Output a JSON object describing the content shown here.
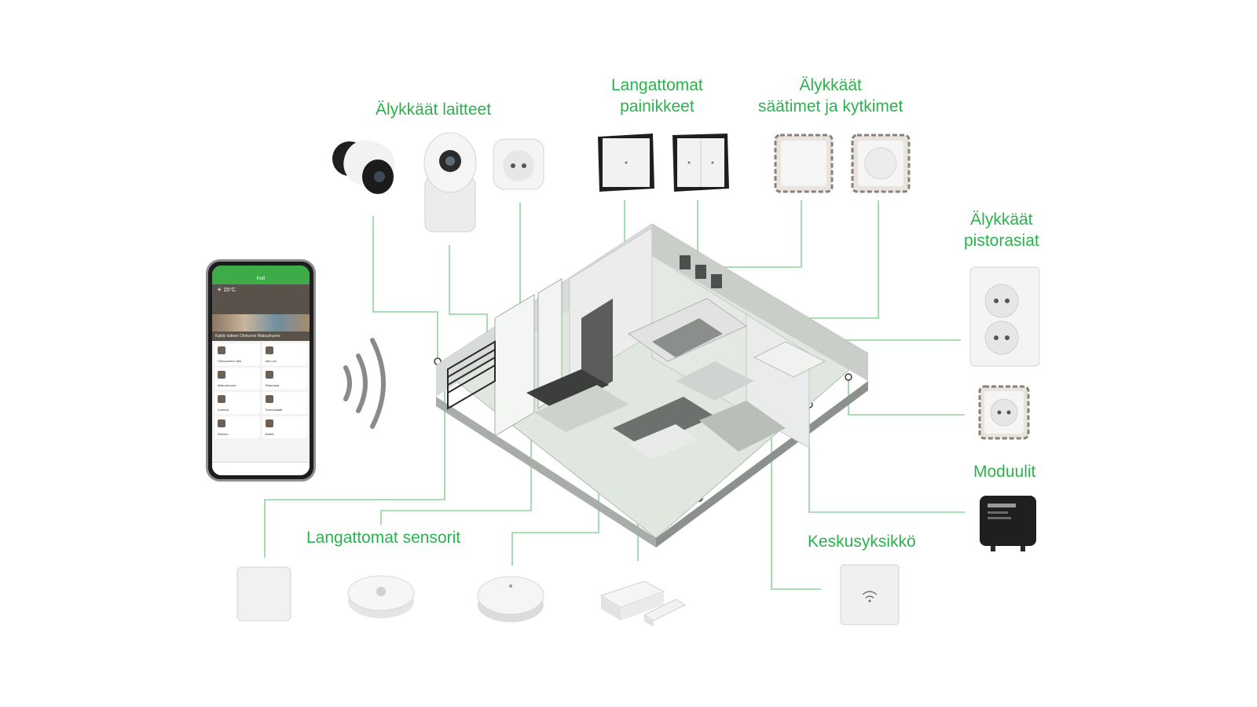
{
  "labels": {
    "smart_devices": "Älykkäät laitteet",
    "wireless_buttons_line1": "Langattomat",
    "wireless_buttons_line2": "painikkeet",
    "controllers_line1": "Älykkäät",
    "controllers_line2": "säätimet ja kytkimet",
    "sockets_line1": "Älykkäät",
    "sockets_line2": "pistorasiat",
    "modules": "Moduulit",
    "hub": "Keskusyksikkö",
    "wireless_sensors": "Langattomat sensorit"
  },
  "colors": {
    "accent": "#2bb24c",
    "wire": "#8fd39b",
    "device_white": "#f4f4f4",
    "device_black": "#1f1f1f"
  },
  "phone": {
    "app_title": "Koti",
    "temperature": "15°C",
    "tabs": "Kaikki laitteet   Olohuone   Makuuhuone",
    "cards": [
      "Olohuoneen valo",
      "Ulko-ovi",
      "Makuuhuone",
      "Pistorasia",
      "Kamera",
      "Termostaatti",
      "Eteinen",
      "Keittiö"
    ]
  },
  "icons": {
    "signal": "wifi-signal-icon",
    "hub_logo": "wifi-icon"
  }
}
